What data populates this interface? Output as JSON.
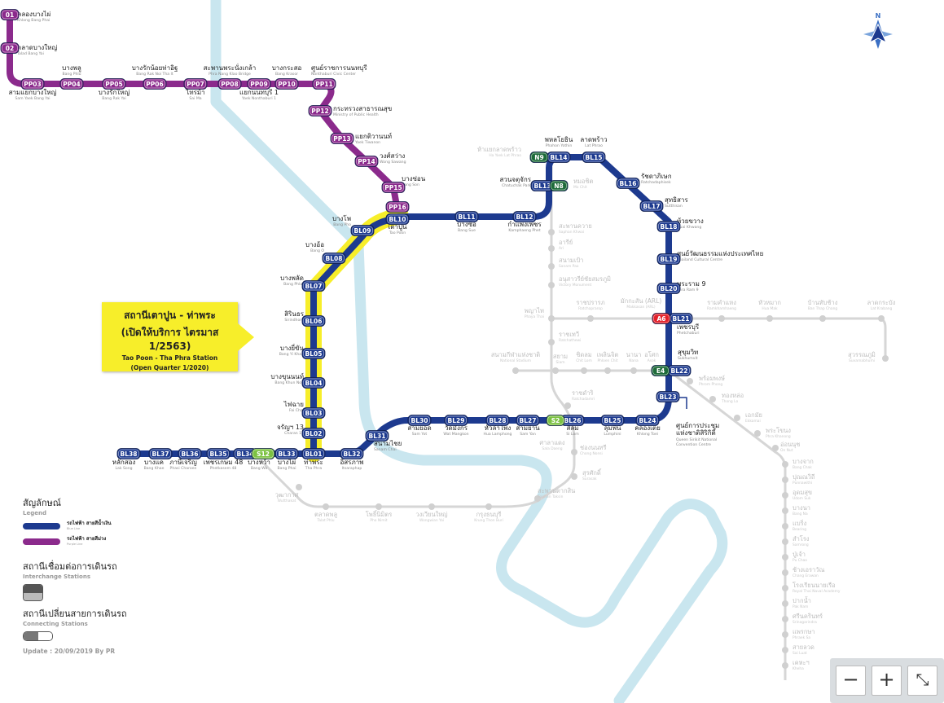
{
  "colors": {
    "blue": "#1d3a8f",
    "purple": "#8b2a8c",
    "yellow": "#f7ee2a",
    "river": "#c9e6ef",
    "gray": "#d4d4d4",
    "green": "#1e6b3a",
    "lightgreen": "#7cc242",
    "red": "#e3202a"
  },
  "compass": {
    "north": "N"
  },
  "callout": {
    "th1": "สถานีเตาปูน - ท่าพระ",
    "th2": "(เปิดให้บริการ ไตรมาส 1/2563)",
    "en1": "Tao Poon - Tha Phra Station",
    "en2": "(Open Quarter 1/2020)"
  },
  "legend": {
    "title_th": "สัญลักษณ์",
    "title_en": "Legend",
    "blue_th": "รถไฟฟ้า สายสีน้ำเงิน",
    "blue_en": "Blue Line",
    "purple_th": "รถไฟฟ้า สายสีม่วง",
    "purple_en": "Purple Line",
    "interchange_th": "สถานีเชื่อมต่อการเดินรถ",
    "interchange_en": "Interchange Stations",
    "connecting_th": "สถานีเปลี่ยนสายการเดินรถ",
    "connecting_en": "Connecting Stations",
    "update": "Update : 20/09/2019 By PR"
  },
  "purple_stations": [
    {
      "code": "01",
      "th": "คลองบางไผ่",
      "en": "Khlong Bang Phai"
    },
    {
      "code": "02",
      "th": "ตลาดบางใหญ่",
      "en": "Talad Bang Yai"
    },
    {
      "code": "PP03",
      "th": "สามแยกบางใหญ่",
      "en": "Sam Yaek Bang Yai"
    },
    {
      "code": "PP04",
      "th": "บางพลู",
      "en": "Bang Phlu"
    },
    {
      "code": "PP05",
      "th": "บางรักใหญ่",
      "en": "Bang Rak Yai"
    },
    {
      "code": "PP06",
      "th": "บางรักน้อยท่าอิฐ",
      "en": "Bang Rak Noi Tha It"
    },
    {
      "code": "PP07",
      "th": "ไทรม้า",
      "en": "Sai Ma"
    },
    {
      "code": "PP08",
      "th": "สะพานพระนั่งเกล้า",
      "en": "Phra Nang Klao Bridge"
    },
    {
      "code": "PP09",
      "th": "แยกนนทบุรี 1",
      "en": "Yaek Nonthaburi 1"
    },
    {
      "code": "PP10",
      "th": "บางกระสอ",
      "en": "Bang Krasor"
    },
    {
      "code": "PP11",
      "th": "ศูนย์ราชการนนทบุรี",
      "en": "Nonthaburi Civic Center"
    },
    {
      "code": "PP12",
      "th": "กระทรวงสาธารณสุข",
      "en": "Ministry of Public Health"
    },
    {
      "code": "PP13",
      "th": "แยกติวานนท์",
      "en": "Yaek Tiwanon"
    },
    {
      "code": "PP14",
      "th": "วงศ์สว่าง",
      "en": "Wong Sawang"
    },
    {
      "code": "PP15",
      "th": "บางซ่อน",
      "en": "Bang Son"
    },
    {
      "code": "PP16",
      "th": "",
      "en": ""
    }
  ],
  "blue_stations": [
    {
      "code": "BL01",
      "th": "ท่าพระ",
      "en": "Tha Phra"
    },
    {
      "code": "BL02",
      "th": "จรัญฯ 13",
      "en": "Charan 13"
    },
    {
      "code": "BL03",
      "th": "ไฟฉาย",
      "en": "Fai Chai"
    },
    {
      "code": "BL04",
      "th": "บางขุนนนท์",
      "en": "Bang Khun Non"
    },
    {
      "code": "BL05",
      "th": "บางยี่ขัน",
      "en": "Bang Yi Khan"
    },
    {
      "code": "BL06",
      "th": "สิรินธร",
      "en": "Sirindhorn"
    },
    {
      "code": "BL07",
      "th": "บางพลัด",
      "en": "Bang Phlat"
    },
    {
      "code": "BL08",
      "th": "บางอ้อ",
      "en": "Bang O"
    },
    {
      "code": "BL09",
      "th": "บางโพ",
      "en": "Bang Pho"
    },
    {
      "code": "BL10",
      "th": "เตาปูน",
      "en": "Tao Poon"
    },
    {
      "code": "BL11",
      "th": "บางซื่อ",
      "en": "Bang Sue"
    },
    {
      "code": "BL12",
      "th": "กำแพงเพชร",
      "en": "Kamphaeng Phet"
    },
    {
      "code": "BL13",
      "th": "สวนจตุจักร",
      "en": "Chatuchak Park"
    },
    {
      "code": "BL14",
      "th": "พหลโยธิน",
      "en": "Phahon Yothin"
    },
    {
      "code": "BL15",
      "th": "ลาดพร้าว",
      "en": "Lat Phrao"
    },
    {
      "code": "BL16",
      "th": "รัชดาภิเษก",
      "en": "Ratchadaphisek"
    },
    {
      "code": "BL17",
      "th": "สุทธิสาร",
      "en": "Sutthisan"
    },
    {
      "code": "BL18",
      "th": "ห้วยขวาง",
      "en": "Huai Khwang"
    },
    {
      "code": "BL19",
      "th": "ศูนย์วัฒนธรรมแห่งประเทศไทย",
      "en": "Thailand Cultural Centre"
    },
    {
      "code": "BL20",
      "th": "พระราม 9",
      "en": "Phra Ram 9"
    },
    {
      "code": "BL21",
      "th": "เพชรบุรี",
      "en": "Phetchaburi"
    },
    {
      "code": "BL22",
      "th": "สุขุมวิท",
      "en": "Sukhumvit"
    },
    {
      "code": "BL23",
      "th": "ศูนย์การประชุมแห่งชาติสิริกิติ์",
      "en": "Queen Sirikit National Convention Centre"
    },
    {
      "code": "BL24",
      "th": "คลองเตย",
      "en": "Khlong Toei"
    },
    {
      "code": "BL25",
      "th": "ลุมพินี",
      "en": "Lumphini"
    },
    {
      "code": "BL26",
      "th": "สีลม",
      "en": "Si Lom"
    },
    {
      "code": "BL27",
      "th": "สามย่าน",
      "en": "Sam Yan"
    },
    {
      "code": "BL28",
      "th": "หัวลำโพง",
      "en": "Hua Lamphong"
    },
    {
      "code": "BL29",
      "th": "วัดมังกร",
      "en": "Wat Mangkon"
    },
    {
      "code": "BL30",
      "th": "สามยอด",
      "en": "Sam Yot"
    },
    {
      "code": "BL31",
      "th": "สนามไชย",
      "en": "Sanam Chai"
    },
    {
      "code": "BL32",
      "th": "อิสรภาพ",
      "en": "Itsaraphap"
    },
    {
      "code": "BL33",
      "th": "บางไผ่",
      "en": "Bang Phai"
    },
    {
      "code": "BL34",
      "th": "บางหว้า",
      "en": "Bang Wa"
    },
    {
      "code": "BL35",
      "th": "เพชรเกษม 48",
      "en": "Phetkasem 48"
    },
    {
      "code": "BL36",
      "th": "ภาษีเจริญ",
      "en": "Phasi Charoen"
    },
    {
      "code": "BL37",
      "th": "บางแค",
      "en": "Bang Khae"
    },
    {
      "code": "BL38",
      "th": "หลักสอง",
      "en": "Lak Song"
    }
  ],
  "connect_badges": [
    {
      "code": "N9",
      "color": "#1e6b3a"
    },
    {
      "code": "N8",
      "color": "#1e6b3a"
    },
    {
      "code": "A6",
      "color": "#e3202a"
    },
    {
      "code": "E4",
      "color": "#1e6b3a"
    },
    {
      "code": "S2",
      "color": "#7cc242"
    },
    {
      "code": "S12",
      "color": "#7cc242"
    }
  ],
  "gray_stations": [
    {
      "th": "ห้าแยกลาดพร้าว",
      "en": "Ha Yaek Lat Phrao"
    },
    {
      "th": "หมอชิต",
      "en": "Mo Chit"
    },
    {
      "th": "สะพานควาย",
      "en": "Saphan Khwai"
    },
    {
      "th": "อารีย์",
      "en": "Ari"
    },
    {
      "th": "สนามเป้า",
      "en": "Sanam Pao"
    },
    {
      "th": "อนุสาวรีย์ชัยสมรภูมิ",
      "en": "Victory Monument"
    },
    {
      "th": "พญาไท",
      "en": "Phaya Thai"
    },
    {
      "th": "ราชเทวี",
      "en": "Ratchathewi"
    },
    {
      "th": "สยาม",
      "en": "Siam"
    },
    {
      "th": "ราชดำริ",
      "en": "Ratchadamri"
    },
    {
      "th": "ศาลาแดง",
      "en": "Sala Daeng"
    },
    {
      "th": "ช่องนนทรี",
      "en": "Chong Nonsi"
    },
    {
      "th": "สุรศักดิ์",
      "en": "Surasak"
    },
    {
      "th": "สะพานตากสิน",
      "en": "Saphan Taksin"
    },
    {
      "th": "กรุงธนบุรี",
      "en": "Krung Thon Buri"
    },
    {
      "th": "วงเวียนใหญ่",
      "en": "Wongwian Yai"
    },
    {
      "th": "โพธิ์นิมิตร",
      "en": "Pho Nimit"
    },
    {
      "th": "ตลาดพลู",
      "en": "Talat Phlu"
    },
    {
      "th": "วุฒากาศ",
      "en": "Wutthakat"
    },
    {
      "th": "ราชปรารภ",
      "en": "Ratchaprarop"
    },
    {
      "th": "มักกะสัน (ARL)",
      "en": "Makkasan (ARL)"
    },
    {
      "th": "รามคำแหง",
      "en": "Ramkhamhaeng"
    },
    {
      "th": "หัวหมาก",
      "en": "Hua Mak"
    },
    {
      "th": "บ้านทับช้าง",
      "en": "Ban Thap Chang"
    },
    {
      "th": "ลาดกระบัง",
      "en": "Lat Krabang"
    },
    {
      "th": "สุวรรณภูมิ",
      "en": "Suvarnabhumi"
    },
    {
      "th": "สนามกีฬาแห่งชาติ",
      "en": "National Stadium"
    },
    {
      "th": "ชิดลม",
      "en": "Chit Lom"
    },
    {
      "th": "เพลินจิต",
      "en": "Phloen Chit"
    },
    {
      "th": "นานา",
      "en": "Nana"
    },
    {
      "th": "อโศก",
      "en": "Asok"
    },
    {
      "th": "พร้อมพงษ์",
      "en": "Phrom Phong"
    },
    {
      "th": "ทองหล่อ",
      "en": "Thong Lo"
    },
    {
      "th": "เอกมัย",
      "en": "Ekkamai"
    },
    {
      "th": "พระโขนง",
      "en": "Phra Khanong"
    },
    {
      "th": "อ่อนนุช",
      "en": "On Nut"
    },
    {
      "th": "บางจาก",
      "en": "Bang Chak"
    },
    {
      "th": "ปุณณวิถี",
      "en": "Punnawithi"
    },
    {
      "th": "อุดมสุข",
      "en": "Udom Suk"
    },
    {
      "th": "บางนา",
      "en": "Bang Na"
    },
    {
      "th": "แบริ่ง",
      "en": "Bearing"
    },
    {
      "th": "สำโรง",
      "en": "Samrong"
    },
    {
      "th": "ปู่เจ้า",
      "en": "Pu Chao"
    },
    {
      "th": "ช้างเอราวัณ",
      "en": "Chang Erawan"
    },
    {
      "th": "โรงเรียนนายเรือ",
      "en": "Royal Thai Naval Academy"
    },
    {
      "th": "ปากน้ำ",
      "en": "Pak Nam"
    },
    {
      "th": "ศรีนครินทร์",
      "en": "Srinagarindra"
    },
    {
      "th": "แพรกษา",
      "en": "Phraek Sa"
    },
    {
      "th": "สายลวด",
      "en": "Sai Luat"
    },
    {
      "th": "เคหะฯ",
      "en": "Kheha"
    }
  ],
  "zoom_controls": {
    "minus": "−",
    "plus": "+",
    "fullscreen": "⤡"
  }
}
